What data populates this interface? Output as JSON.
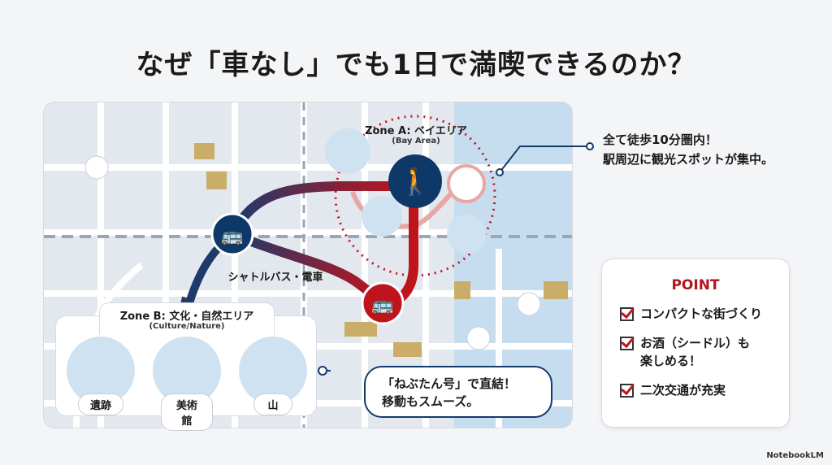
{
  "title": "なぜ「車なし」でも1日で満喫できるのか？",
  "map": {
    "zone_a": {
      "title": "Zone A: ベイエリア",
      "subtitle": "(Bay Area)",
      "icons": [
        "building-icon",
        "walking-person-icon",
        "fish-sign-icon",
        "ferry-icon",
        "fish-icon"
      ]
    },
    "route_label": "シャトルバス・電車",
    "zone_b": {
      "title": "Zone B: 文化・自然エリア",
      "subtitle": "(Culture/Nature)",
      "spots": [
        {
          "label": "遺跡",
          "icon": "ruins-icon"
        },
        {
          "label": "美術館",
          "icon": "museum-icon"
        },
        {
          "label": "山",
          "icon": "mountain-icon"
        }
      ]
    },
    "bubble": [
      "「ねぶたん号」で直結！",
      "移動もスムーズ。"
    ],
    "colors": {
      "route": "#c0141c",
      "navy": "#0d3868",
      "water": "#c6ddef"
    }
  },
  "note": [
    "全て徒歩10分圏内！",
    "駅周辺に観光スポットが集中。"
  ],
  "point": {
    "heading": "POINT",
    "items": [
      "コンパクトな街づくり",
      "お酒（シードル）も\n楽しめる！",
      "二次交通が充実"
    ]
  },
  "watermark": "NotebookLM"
}
